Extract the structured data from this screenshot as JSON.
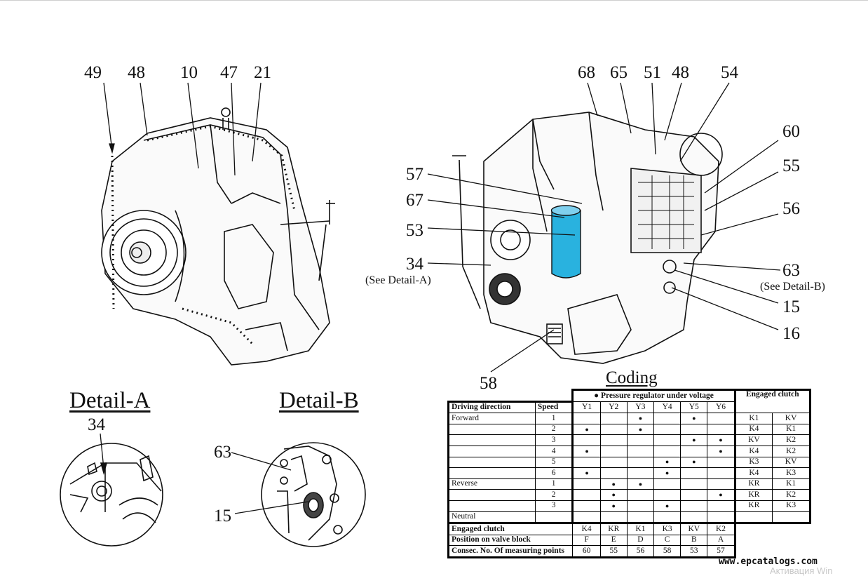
{
  "callouts_left": [
    "49",
    "48",
    "10",
    "47",
    "21"
  ],
  "callouts_right_top": [
    "68",
    "65",
    "51",
    "48",
    "54"
  ],
  "callouts_right_side": [
    "60",
    "55",
    "56",
    "63",
    "15",
    "16"
  ],
  "callouts_left_side": [
    "57",
    "67",
    "53",
    "34"
  ],
  "callout_bottom": "58",
  "note_detail_a": "(See Detail-A)",
  "note_detail_b": "(See Detail-B)",
  "detail_a": {
    "title": "Detail-A",
    "callout": "34"
  },
  "detail_b": {
    "title": "Detail-B",
    "callouts": [
      "63",
      "15"
    ]
  },
  "coding": {
    "title": "Coding",
    "group_header": "● Pressure regulator under voltage",
    "clutch_header": "Engaged  clutch",
    "col_direction": "Driving direction",
    "col_speed": "Speed",
    "regulators": [
      "Y1",
      "Y2",
      "Y3",
      "Y4",
      "Y5",
      "Y6"
    ],
    "dot": "●",
    "rows": [
      {
        "direction": "Forward",
        "speed": "1",
        "dots": [
          0,
          0,
          1,
          0,
          1,
          0
        ],
        "clutch": [
          "K1",
          "KV"
        ]
      },
      {
        "direction": "",
        "speed": "2",
        "dots": [
          1,
          0,
          1,
          0,
          0,
          0
        ],
        "clutch": [
          "K4",
          "K1"
        ]
      },
      {
        "direction": "",
        "speed": "3",
        "dots": [
          0,
          0,
          0,
          0,
          1,
          1
        ],
        "clutch": [
          "KV",
          "K2"
        ]
      },
      {
        "direction": "",
        "speed": "4",
        "dots": [
          1,
          0,
          0,
          0,
          0,
          1
        ],
        "clutch": [
          "K4",
          "K2"
        ]
      },
      {
        "direction": "",
        "speed": "5",
        "dots": [
          0,
          0,
          0,
          1,
          1,
          0
        ],
        "clutch": [
          "K3",
          "KV"
        ]
      },
      {
        "direction": "",
        "speed": "6",
        "dots": [
          1,
          0,
          0,
          1,
          0,
          0
        ],
        "clutch": [
          "K4",
          "K3"
        ]
      },
      {
        "direction": "Reverse",
        "speed": "1",
        "dots": [
          0,
          1,
          1,
          0,
          0,
          0
        ],
        "clutch": [
          "KR",
          "K1"
        ]
      },
      {
        "direction": "",
        "speed": "2",
        "dots": [
          0,
          1,
          0,
          0,
          0,
          1
        ],
        "clutch": [
          "KR",
          "K2"
        ]
      },
      {
        "direction": "",
        "speed": "3",
        "dots": [
          0,
          1,
          0,
          1,
          0,
          0
        ],
        "clutch": [
          "KR",
          "K3"
        ]
      },
      {
        "direction": "Neutral",
        "speed": "",
        "dots": [
          0,
          0,
          0,
          0,
          0,
          0
        ],
        "clutch": [
          "",
          ""
        ]
      }
    ],
    "footer": [
      {
        "label": "Engaged  clutch",
        "values": [
          "K4",
          "KR",
          "K1",
          "K3",
          "KV",
          "K2"
        ]
      },
      {
        "label": "Position on valve block",
        "values": [
          "F",
          "E",
          "D",
          "C",
          "B",
          "A"
        ]
      },
      {
        "label": "Consec. No. Of measuring points",
        "values": [
          "60",
          "55",
          "56",
          "58",
          "53",
          "57"
        ]
      }
    ]
  },
  "watermark": "www.epcatalogs.com",
  "watermark_faint": "Активация Win"
}
